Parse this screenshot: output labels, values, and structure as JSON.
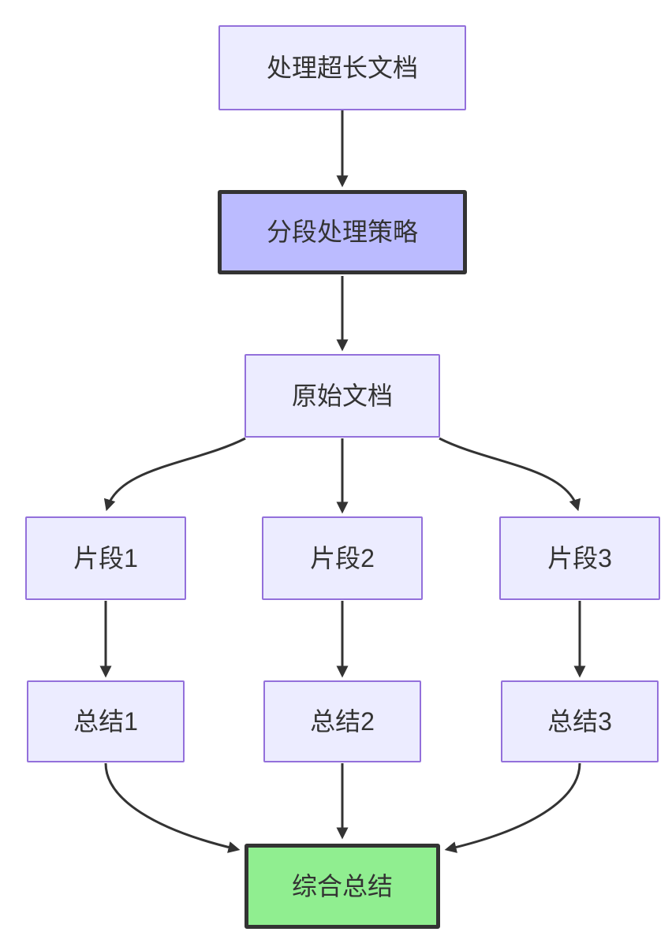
{
  "diagram": {
    "type": "flowchart-top-down",
    "nodes": [
      {
        "id": "A",
        "label": "处理超长文档",
        "style": "default"
      },
      {
        "id": "B",
        "label": "分段处理策略",
        "style": "emphasis"
      },
      {
        "id": "C",
        "label": "原始文档",
        "style": "default"
      },
      {
        "id": "D1",
        "label": "片段1",
        "style": "default"
      },
      {
        "id": "D2",
        "label": "片段2",
        "style": "default"
      },
      {
        "id": "D3",
        "label": "片段3",
        "style": "default"
      },
      {
        "id": "E1",
        "label": "总结1",
        "style": "default"
      },
      {
        "id": "E2",
        "label": "总结2",
        "style": "default"
      },
      {
        "id": "E3",
        "label": "总结3",
        "style": "default"
      },
      {
        "id": "F",
        "label": "综合总结",
        "style": "result"
      }
    ],
    "edges": [
      {
        "from": "A",
        "to": "B"
      },
      {
        "from": "B",
        "to": "C"
      },
      {
        "from": "C",
        "to": "D1"
      },
      {
        "from": "C",
        "to": "D2"
      },
      {
        "from": "C",
        "to": "D3"
      },
      {
        "from": "D1",
        "to": "E1"
      },
      {
        "from": "D2",
        "to": "E2"
      },
      {
        "from": "D3",
        "to": "E3"
      },
      {
        "from": "E1",
        "to": "F"
      },
      {
        "from": "E2",
        "to": "F"
      },
      {
        "from": "E3",
        "to": "F"
      }
    ],
    "colors": {
      "background": "#ffffff",
      "node_fill": "#ECECFF",
      "node_border": "#9370DB",
      "emphasis_fill": "#BBBBFF",
      "emphasis_border": "#333333",
      "result_fill": "#90EE90",
      "result_border": "#333333",
      "edge": "#333333",
      "text": "#333333"
    }
  }
}
